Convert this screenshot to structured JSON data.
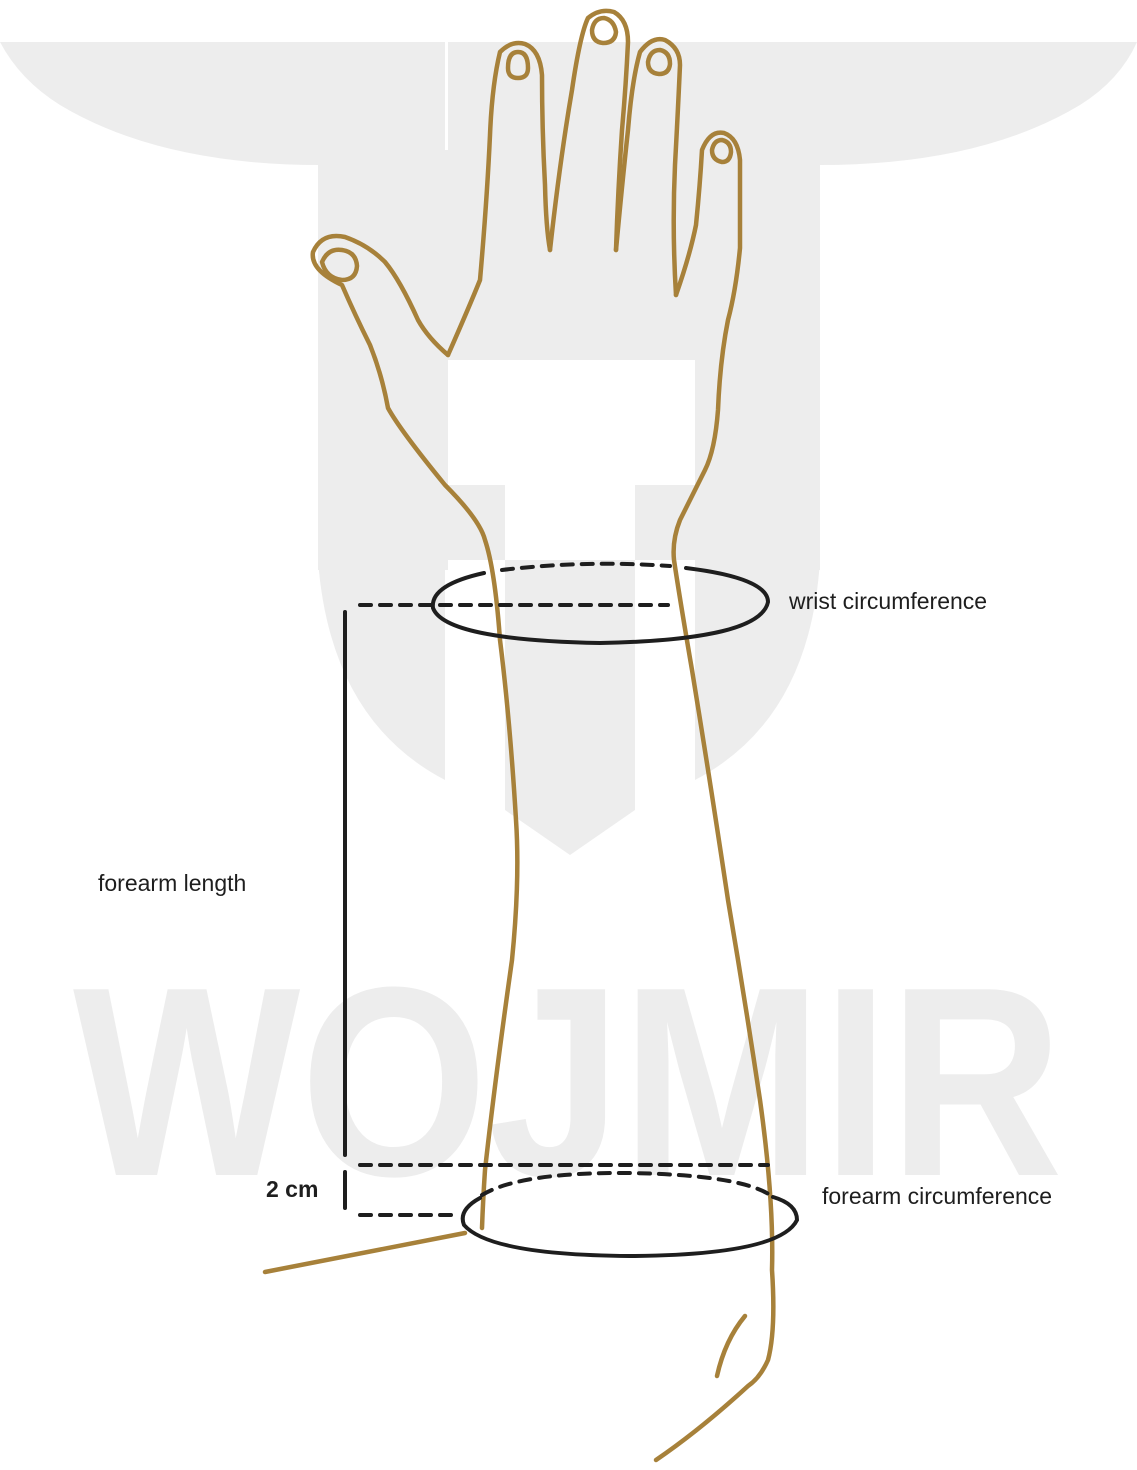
{
  "watermark": {
    "text": "WOJMIR",
    "color": "#ededed"
  },
  "colors": {
    "outline": "#a7813a",
    "measure": "#1e1e1e"
  },
  "labels": {
    "wrist_circumference": "wrist circumference",
    "forearm_length": "forearm length",
    "offset": "2 cm",
    "forearm_circumference": "forearm circumference"
  }
}
